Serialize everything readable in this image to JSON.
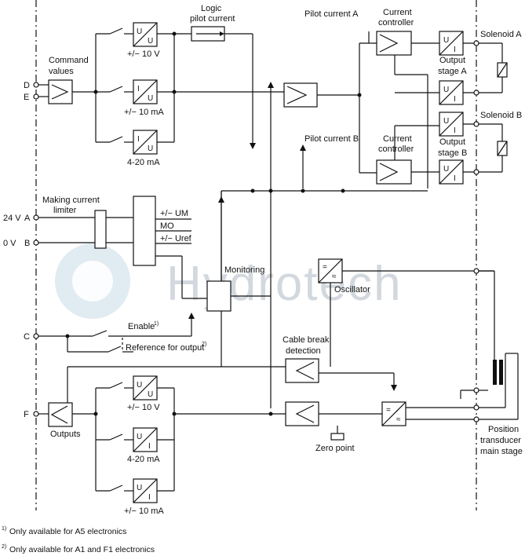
{
  "labels": {
    "logic_pilot_current_1": "Logic",
    "logic_pilot_current_2": "pilot current",
    "pilot_current_a": "Pilot current A",
    "pilot_current_b": "Pilot current B",
    "current_controller_a_1": "Current",
    "current_controller_a_2": "controller",
    "current_controller_b_1": "Current",
    "current_controller_b_2": "controller",
    "output_stage_a_1": "Output",
    "output_stage_a_2": "stage A",
    "output_stage_b_1": "Output",
    "output_stage_b_2": "stage B",
    "solenoid_a": "Solenoid A",
    "solenoid_b": "Solenoid B",
    "command_values_1": "Command",
    "command_values_2": "values",
    "v10_top": "+/− 10 V",
    "ma10_top": "+/− 10 mA",
    "ma420_top": "4-20 mA",
    "making_current_1": "Making current",
    "making_current_2": "limiter",
    "um": "+/− UM",
    "mo": "MO",
    "uref": "+/− Uref",
    "monitoring": "Monitoring",
    "oscillator": "Oscillator",
    "enable": "Enable",
    "enable_sup": "1)",
    "reference": "Reference for output",
    "reference_sup": "2)",
    "cable_break_1": "Cable break",
    "cable_break_2": "detection",
    "outputs": "Outputs",
    "v10_bottom": "+/− 10 V",
    "ma420_bottom": "4-20 mA",
    "ma10_bottom": "+/− 10 mA",
    "zero_point": "Zero point",
    "position_1": "Position",
    "position_2": "transducer",
    "position_3": "main stage",
    "watermark": "Hydrotech"
  },
  "terminals": {
    "d": "D",
    "e": "E",
    "a": "A",
    "a_voltage": "24 V",
    "b": "B",
    "b_voltage": "0 V",
    "c": "C",
    "f": "F"
  },
  "block_symbols": {
    "u": "U",
    "i": "I",
    "tilde": "≈",
    "equals": "="
  },
  "footnotes": [
    {
      "mark": "1)",
      "text": "Only available for A5 electronics"
    },
    {
      "mark": "2)",
      "text": "Only available for A1 and F1 electronics"
    }
  ]
}
